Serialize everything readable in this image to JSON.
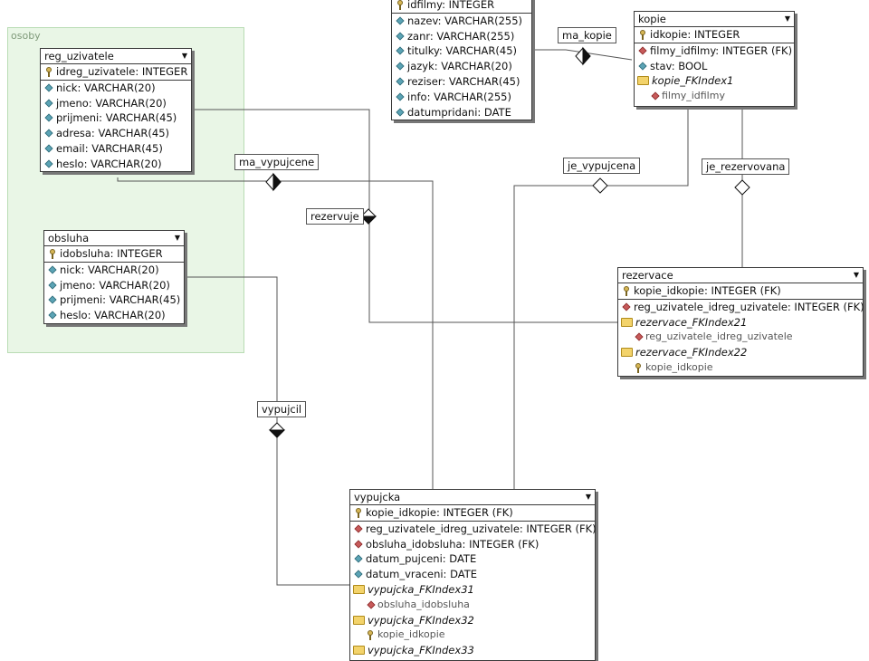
{
  "region": {
    "label": "osoby"
  },
  "tables": {
    "filmy": {
      "name": "",
      "rows": [
        {
          "text": "idfilmy: INTEGER",
          "icon": "key"
        },
        {
          "text": "nazev: VARCHAR(255)",
          "icon": "col"
        },
        {
          "text": "zanr: VARCHAR(255)",
          "icon": "col"
        },
        {
          "text": "titulky: VARCHAR(45)",
          "icon": "col"
        },
        {
          "text": "jazyk: VARCHAR(20)",
          "icon": "col"
        },
        {
          "text": "reziser: VARCHAR(45)",
          "icon": "col"
        },
        {
          "text": "info: VARCHAR(255)",
          "icon": "col"
        },
        {
          "text": "datumpridani: DATE",
          "icon": "col"
        }
      ]
    },
    "kopie": {
      "name": "kopie",
      "rows": [
        {
          "text": "idkopie: INTEGER",
          "icon": "key"
        },
        {
          "text": "filmy_idfilmy: INTEGER (FK)",
          "icon": "fk"
        },
        {
          "text": "stav: BOOL",
          "icon": "col"
        },
        {
          "text": "kopie_FKIndex1",
          "icon": "folder"
        },
        {
          "text": "filmy_idfilmy",
          "icon": "fk",
          "sub": true
        }
      ]
    },
    "reg_uzivatele": {
      "name": "reg_uzivatele",
      "rows": [
        {
          "text": "idreg_uzivatele: INTEGER",
          "icon": "key"
        },
        {
          "text": "nick: VARCHAR(20)",
          "icon": "col"
        },
        {
          "text": "jmeno: VARCHAR(20)",
          "icon": "col"
        },
        {
          "text": "prijmeni: VARCHAR(45)",
          "icon": "col"
        },
        {
          "text": "adresa: VARCHAR(45)",
          "icon": "col"
        },
        {
          "text": "email: VARCHAR(45)",
          "icon": "col"
        },
        {
          "text": "heslo: VARCHAR(20)",
          "icon": "col"
        }
      ]
    },
    "obsluha": {
      "name": "obsluha",
      "rows": [
        {
          "text": "idobsluha: INTEGER",
          "icon": "key"
        },
        {
          "text": "nick: VARCHAR(20)",
          "icon": "col"
        },
        {
          "text": "jmeno: VARCHAR(20)",
          "icon": "col"
        },
        {
          "text": "prijmeni: VARCHAR(45)",
          "icon": "col"
        },
        {
          "text": "heslo: VARCHAR(20)",
          "icon": "col"
        }
      ]
    },
    "rezervace": {
      "name": "rezervace",
      "rows": [
        {
          "text": "kopie_idkopie: INTEGER (FK)",
          "icon": "key"
        },
        {
          "text": "reg_uzivatele_idreg_uzivatele: INTEGER (FK)",
          "icon": "fk"
        },
        {
          "text": "rezervace_FKIndex21",
          "icon": "folder"
        },
        {
          "text": "reg_uzivatele_idreg_uzivatele",
          "icon": "fk",
          "sub": true
        },
        {
          "text": "rezervace_FKIndex22",
          "icon": "folder"
        },
        {
          "text": "kopie_idkopie",
          "icon": "key",
          "sub": true
        }
      ]
    },
    "vypujcka": {
      "name": "vypujcka",
      "rows": [
        {
          "text": "kopie_idkopie: INTEGER (FK)",
          "icon": "key"
        },
        {
          "text": "reg_uzivatele_idreg_uzivatele: INTEGER (FK)",
          "icon": "fk"
        },
        {
          "text": "obsluha_idobsluha: INTEGER (FK)",
          "icon": "fk"
        },
        {
          "text": "datum_pujceni: DATE",
          "icon": "col"
        },
        {
          "text": "datum_vraceni: DATE",
          "icon": "col"
        },
        {
          "text": "vypujcka_FKIndex31",
          "icon": "folder"
        },
        {
          "text": "obsluha_idobsluha",
          "icon": "fk",
          "sub": true
        },
        {
          "text": "vypujcka_FKIndex32",
          "icon": "folder"
        },
        {
          "text": "kopie_idkopie",
          "icon": "key",
          "sub": true
        },
        {
          "text": "vypujcka_FKIndex33",
          "icon": "folder"
        }
      ]
    }
  },
  "relationships": {
    "ma_kopie": "ma_kopie",
    "ma_vypujcene": "ma_vypujcene",
    "rezervuje": "rezervuje",
    "je_vypujcena": "je_vypujcena",
    "je_rezervovana": "je_rezervovana",
    "vypujcil": "vypujcil"
  },
  "colors": {
    "line": "#555555",
    "region_fill": "#e9f6e6",
    "fk_icon": "#c75a5a",
    "column_icon": "#5ba3b5",
    "key_icon": "#d6b655"
  }
}
